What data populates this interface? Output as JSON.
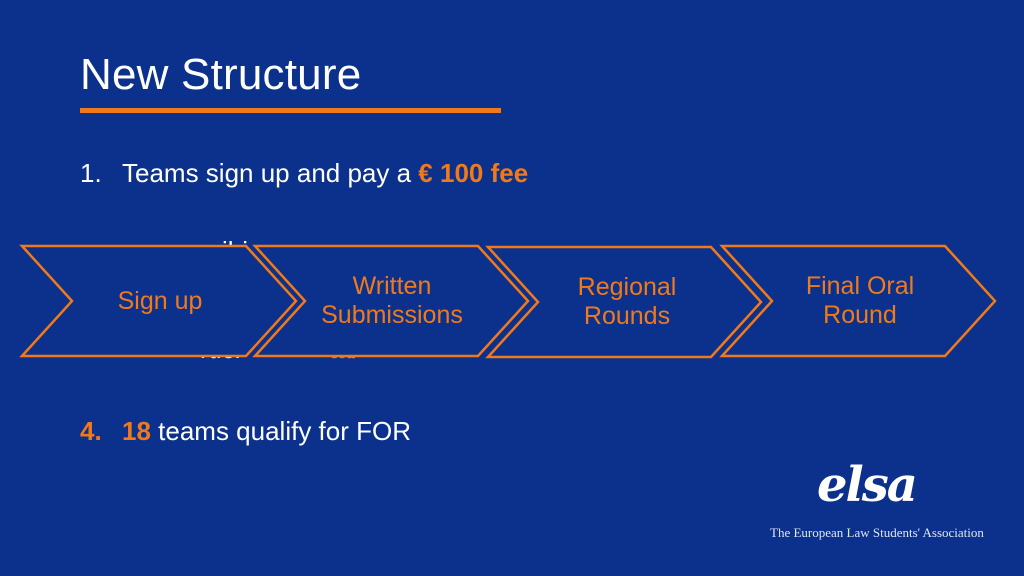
{
  "slide": {
    "title": "New Structure"
  },
  "list": {
    "item1": {
      "number": "1.",
      "text": "Teams sign up and pay a ",
      "highlight": "€ 100 fee"
    },
    "item2_partial": "ibi",
    "item3_partial": "rtici",
    "item3_highlight_partial": "ta/",
    "item4": {
      "number": "4.",
      "highlight": "18",
      "text": " teams qualify for FOR"
    }
  },
  "flow": {
    "steps": [
      {
        "label_line1": "Sign up",
        "label_line2": ""
      },
      {
        "label_line1": "Written",
        "label_line2": "Submissions"
      },
      {
        "label_line1": "Regional",
        "label_line2": "Rounds"
      },
      {
        "label_line1": "Final Oral",
        "label_line2": "Round"
      }
    ],
    "color": "#f07a1a"
  },
  "logo": {
    "mark": "elsa",
    "subtitle": "The European Law Students' Association"
  },
  "colors": {
    "background": "#0b318c",
    "accent": "#f07a1a",
    "text": "#ffffff"
  }
}
